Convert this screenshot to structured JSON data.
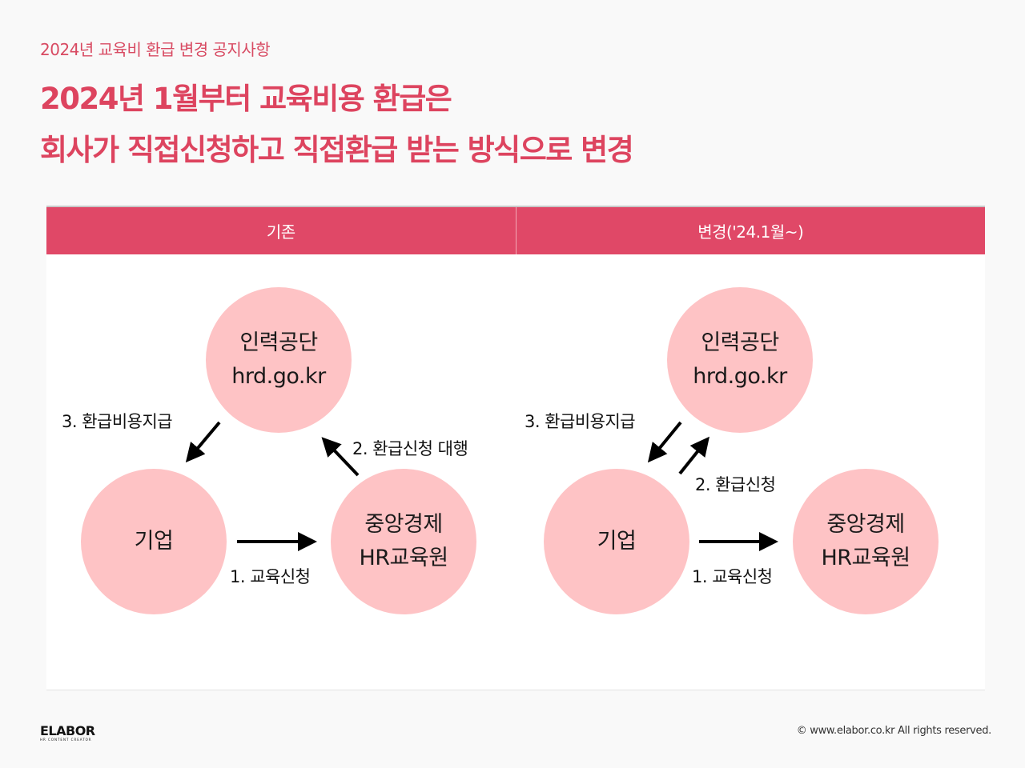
{
  "subtitle": "2024년 교육비 환급 변경 공지사항",
  "headline": {
    "line1": "2024년 1월부터 교육비용 환급은",
    "line2": "회사가 직접신청하고 직접환급 받는 방식으로 변경"
  },
  "columns": {
    "left_header": "기존",
    "right_header": "변경('24.1월~)"
  },
  "before": {
    "agency": {
      "line1": "인력공단",
      "line2": "hrd.go.kr"
    },
    "company": {
      "line1": "기업"
    },
    "provider": {
      "line1": "중앙경제",
      "line2": "HR교육원"
    },
    "step1": "1. 교육신청",
    "step2": "2. 환급신청 대행",
    "step3": "3. 환급비용지급"
  },
  "after": {
    "agency": {
      "line1": "인력공단",
      "line2": "hrd.go.kr"
    },
    "company": {
      "line1": "기업"
    },
    "provider": {
      "line1": "중앙경제",
      "line2": "HR교육원"
    },
    "step1": "1. 교육신청",
    "step2": "2. 환급신청",
    "step3": "3. 환급비용지급"
  },
  "footer": {
    "logo": "ELABOR",
    "logo_tagline": "HR CONTENT CREATOR",
    "copyright": "© www.elabor.co.kr All rights reserved."
  },
  "colors": {
    "accent": "#e04867",
    "circle_fill": "#fec3c5",
    "arrow": "#000000"
  }
}
